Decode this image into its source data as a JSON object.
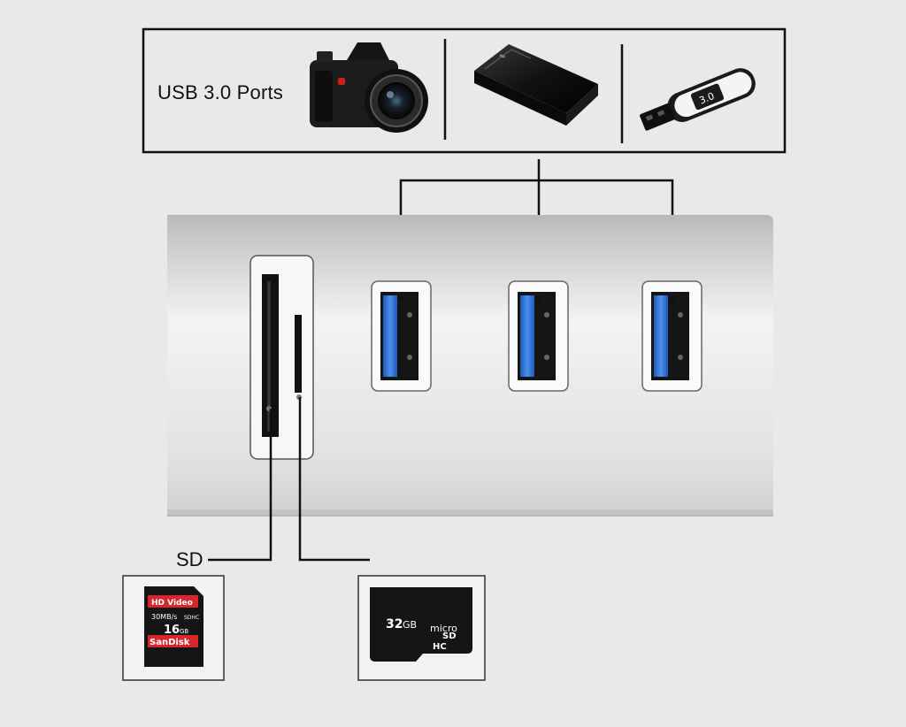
{
  "top_label": "USB 3.0 Ports",
  "sd_label": "SD",
  "devices": {
    "camera": {
      "icon": "camera-icon"
    },
    "hard_drive": {
      "icon": "external-hard-drive-icon"
    },
    "usb_stick": {
      "icon": "usb-flash-drive-icon",
      "label": "3.0"
    }
  },
  "sd_card": {
    "top_band": "HD Video",
    "speed": "30MB/s",
    "capacity": "16",
    "capacity_unit": "GB",
    "brand": "SanDisk",
    "hc_mark": "SDHC"
  },
  "microsd_card": {
    "capacity": "32",
    "capacity_unit": "GB",
    "line1": "micro",
    "line2": "SD",
    "line3": "HC"
  },
  "colors": {
    "usb_blue": "#2f6fd0",
    "hub_silver": "#d4d4d4",
    "background": "#e9e9e9",
    "sd_red": "#d8262c"
  }
}
